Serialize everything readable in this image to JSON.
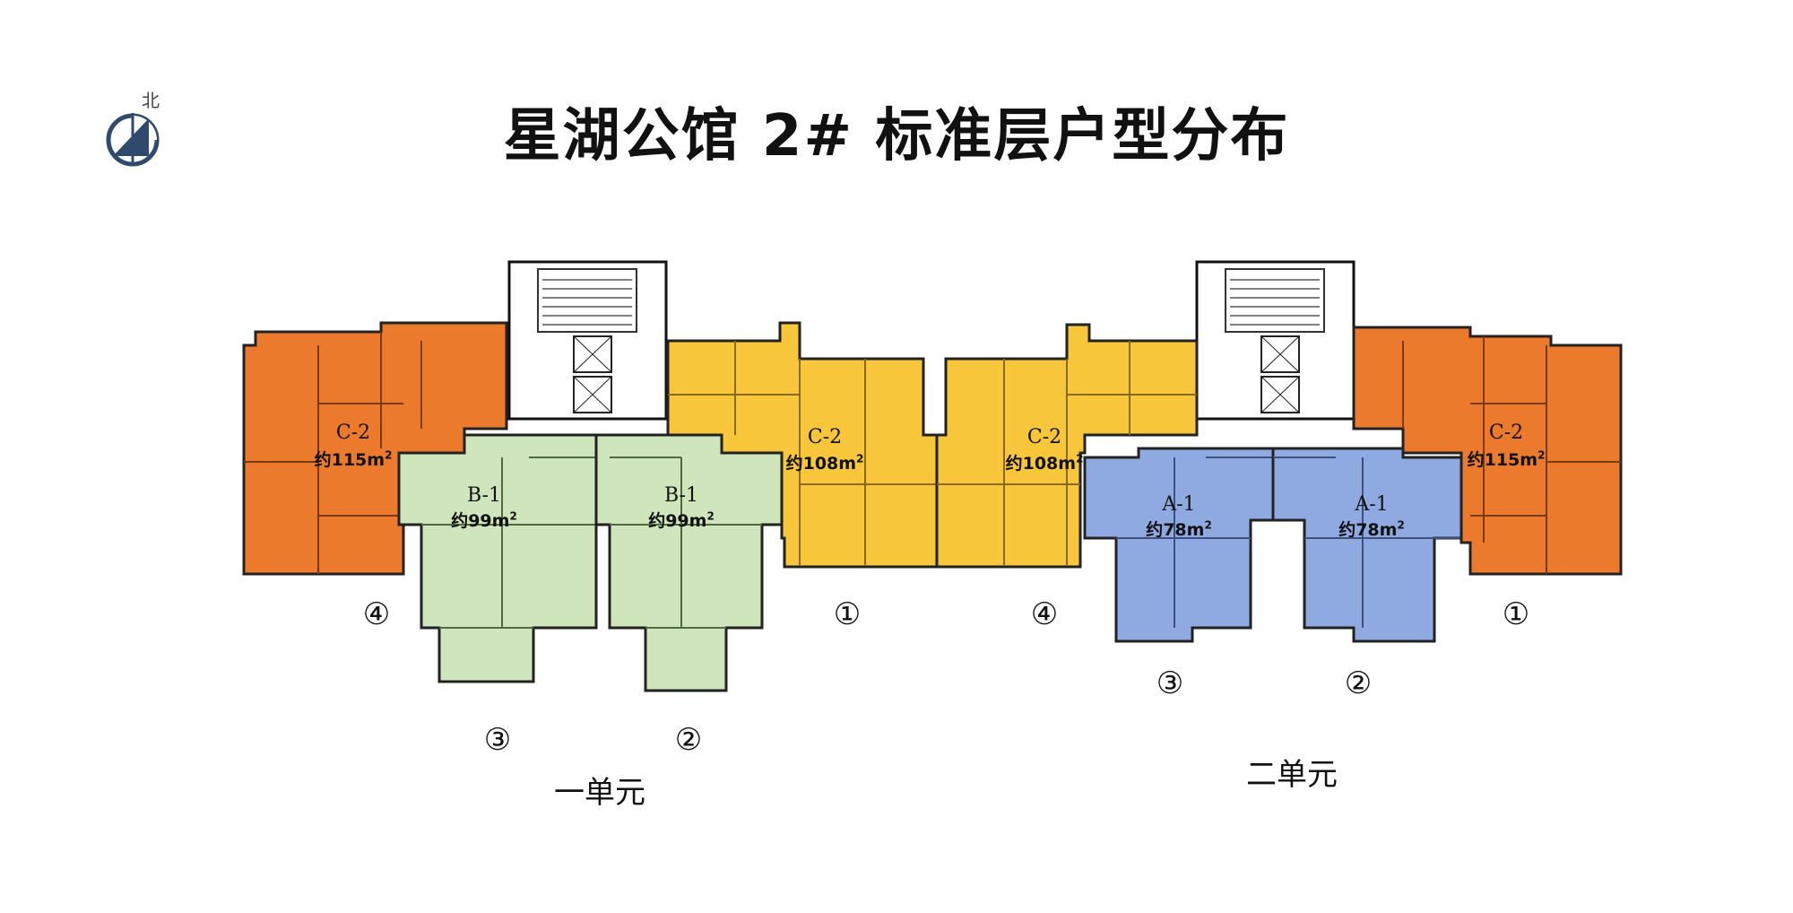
{
  "title": "星湖公馆 2# 标准层户型分布",
  "compass": {
    "label": "北",
    "icon": "north-compass-icon"
  },
  "units": [
    {
      "label": "一单元"
    },
    {
      "label": "二单元"
    }
  ],
  "apartments": [
    {
      "id": "u1-c2",
      "type": "C-2",
      "area_prefix": "约",
      "area": "115m",
      "area_sup": "2",
      "number": "④",
      "color": "#ec7a2c"
    },
    {
      "id": "u1-b1-left",
      "type": "B-1",
      "area_prefix": "约",
      "area": "99m",
      "area_sup": "2",
      "number": "③",
      "color": "#cfe6bd"
    },
    {
      "id": "u1-b1-right",
      "type": "B-1",
      "area_prefix": "约",
      "area": "99m",
      "area_sup": "2",
      "number": "②",
      "color": "#cfe6bd"
    },
    {
      "id": "u1-c2-yellow",
      "type": "C-2",
      "area_prefix": "约",
      "area": "108m",
      "area_sup": "2",
      "number": "①",
      "color": "#f7c63a"
    },
    {
      "id": "u2-c2-yellow",
      "type": "C-2",
      "area_prefix": "约",
      "area": "108m",
      "area_sup": "2",
      "number": "④",
      "color": "#f7c63a"
    },
    {
      "id": "u2-a1-left",
      "type": "A-1",
      "area_prefix": "约",
      "area": "78m",
      "area_sup": "2",
      "number": "③",
      "color": "#8eaae0"
    },
    {
      "id": "u2-a1-right",
      "type": "A-1",
      "area_prefix": "约",
      "area": "78m",
      "area_sup": "2",
      "number": "②",
      "color": "#8eaae0"
    },
    {
      "id": "u2-c2",
      "type": "C-2",
      "area_prefix": "约",
      "area": "115m",
      "area_sup": "2",
      "number": "①",
      "color": "#ec7a2c"
    }
  ]
}
